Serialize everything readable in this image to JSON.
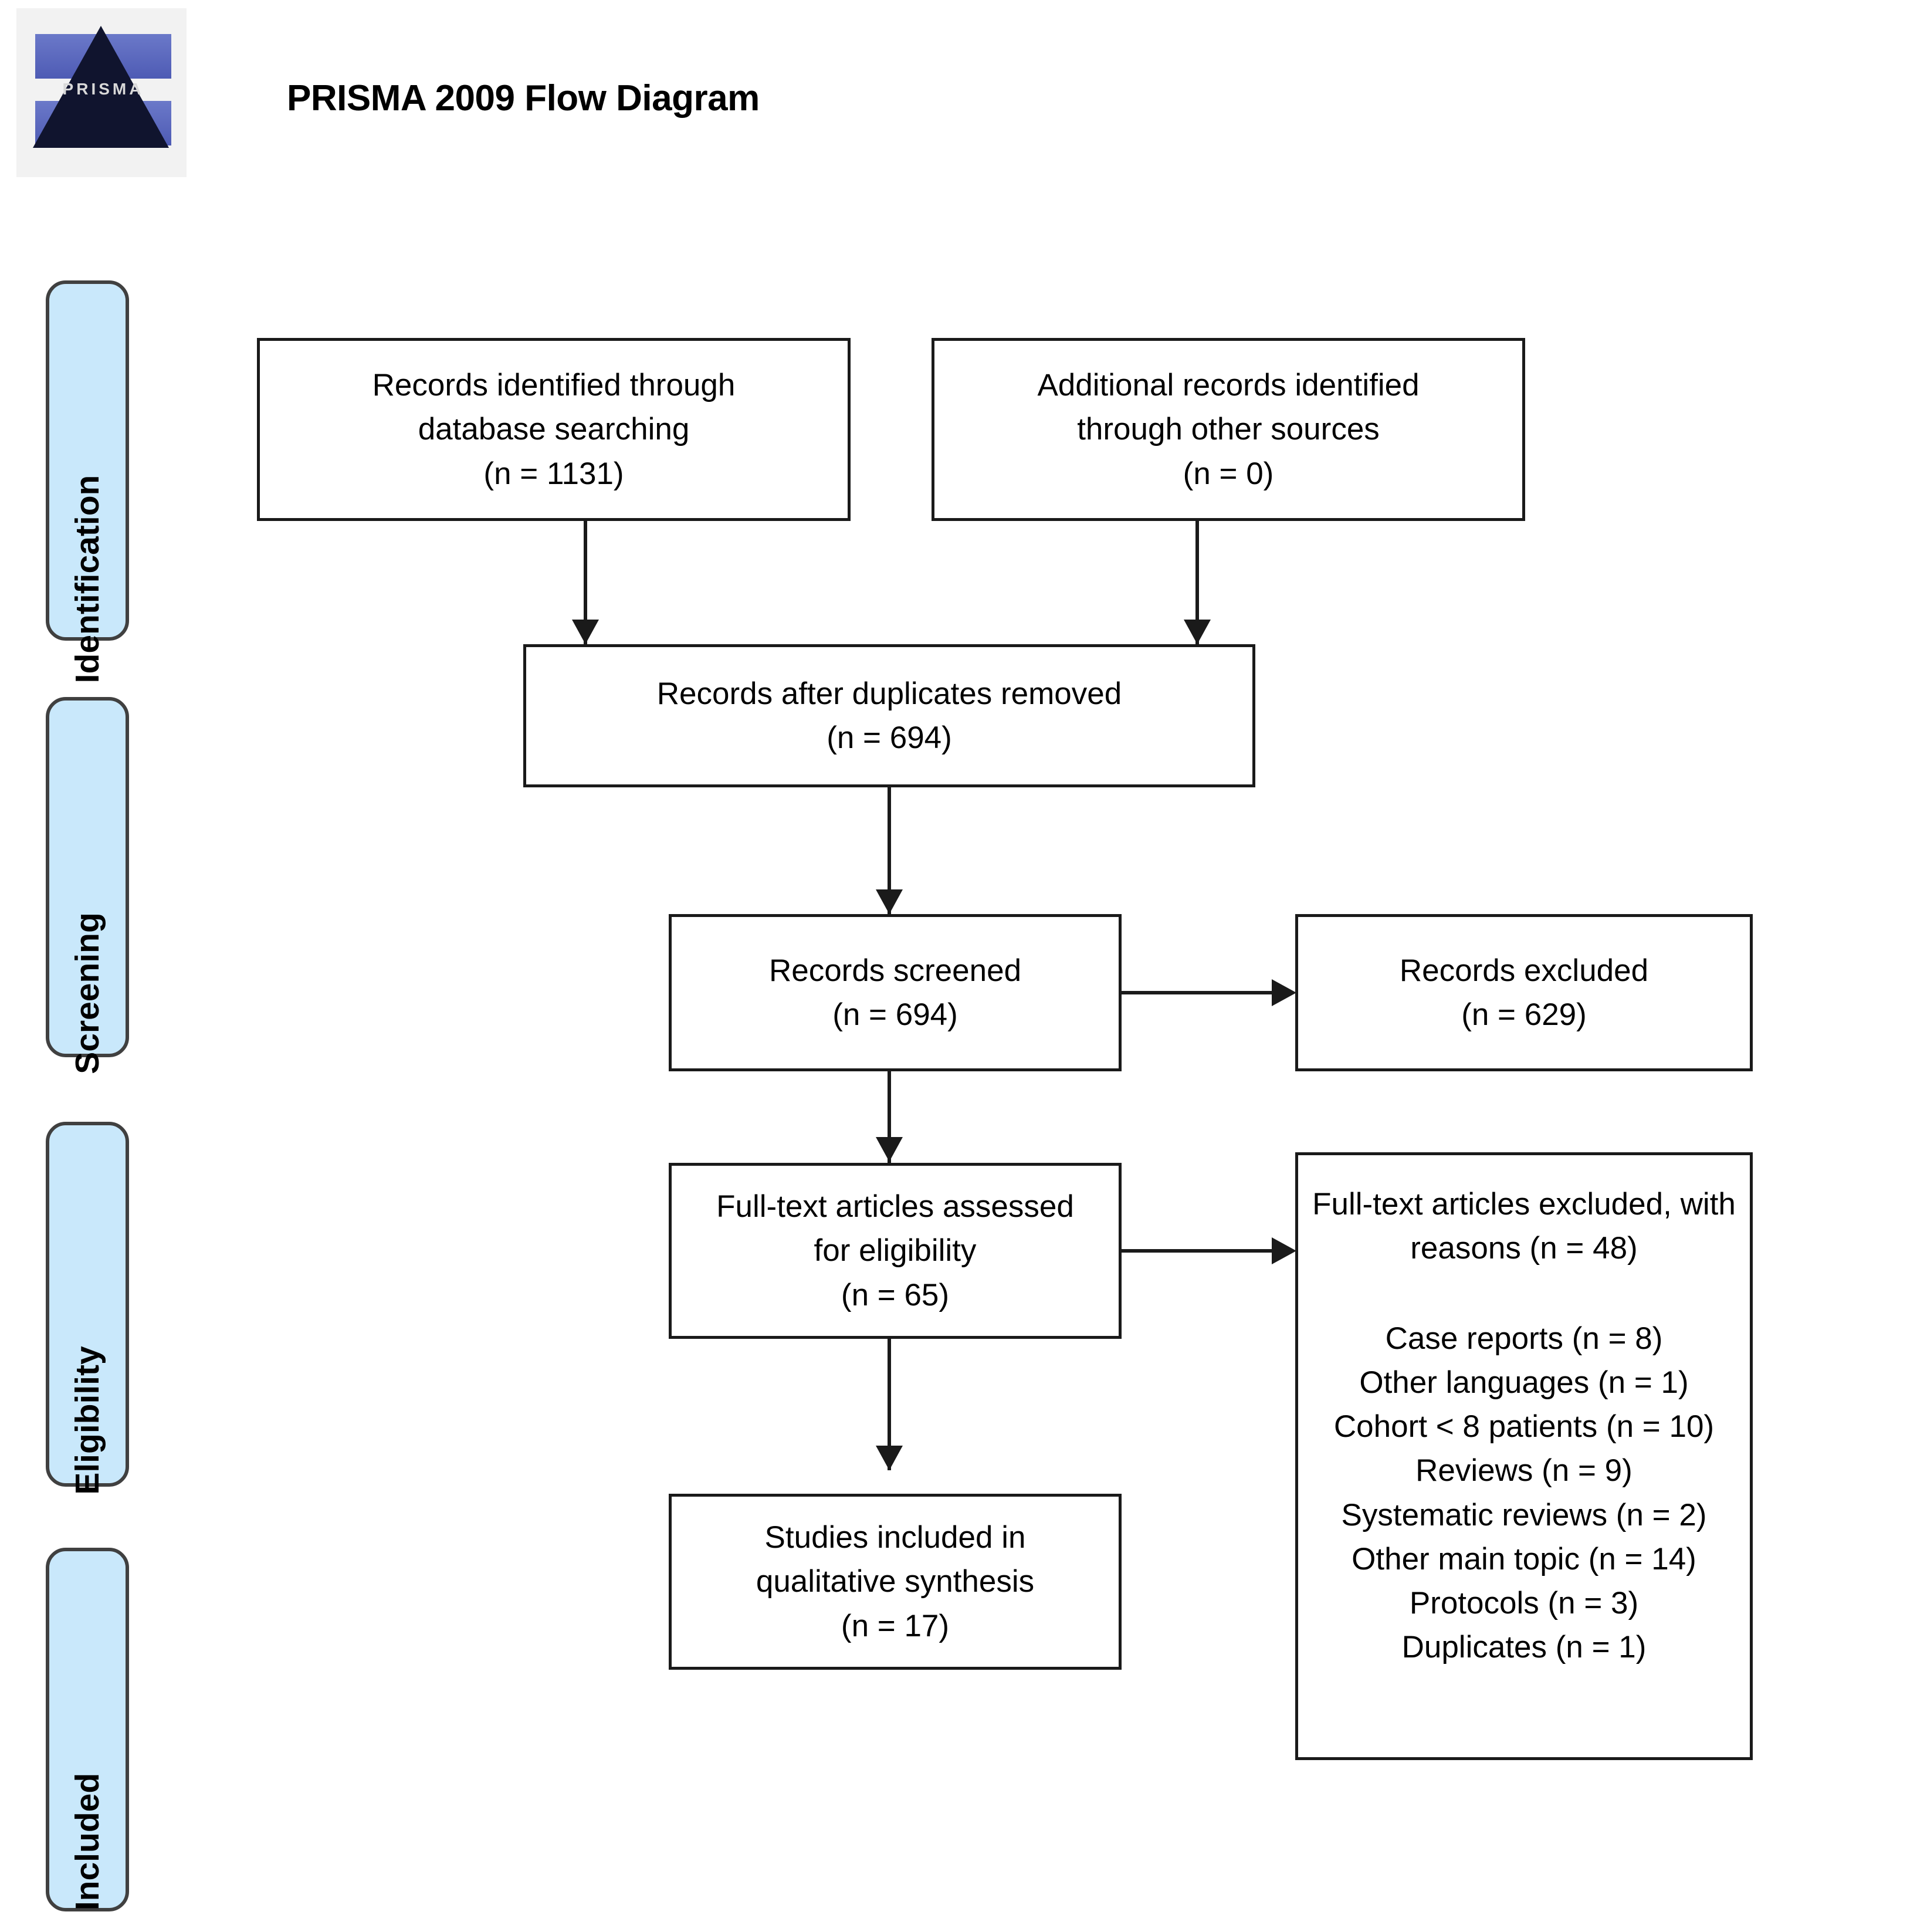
{
  "header": {
    "logo_word": "PRISMA",
    "logo_alt": "prisma-logo",
    "title": "PRISMA 2009 Flow Diagram"
  },
  "stages": [
    {
      "label": "Identification"
    },
    {
      "label": "Screening"
    },
    {
      "label": "Eligibility"
    },
    {
      "label": "Included"
    }
  ],
  "boxes": {
    "database_search": {
      "line1": "Records identified through",
      "line2": "database searching",
      "line3": "(n = 1131)"
    },
    "other_sources": {
      "line1": "Additional records identified",
      "line2": "through other sources",
      "line3": "(n = 0)"
    },
    "duplicates_removed": {
      "line1": "Records after duplicates removed",
      "line2": "(n = 694)"
    },
    "records_screened": {
      "line1": "Records screened",
      "line2": "(n = 694)"
    },
    "records_excluded": {
      "line1": "Records excluded",
      "line2": "(n = 629)"
    },
    "fulltext_assessed": {
      "line1": "Full-text articles assessed",
      "line2": "for eligibility",
      "line3": "(n = 65)"
    },
    "fulltext_excluded": {
      "head1": "Full-text articles excluded, with",
      "head2": "reasons (n = 48)",
      "reasons": [
        "Case reports (n = 8)",
        "Other languages (n = 1)",
        "Cohort < 8 patients (n = 10)",
        "Reviews (n = 9)",
        "Systematic reviews (n = 2)",
        "Other main topic (n = 14)",
        "Protocols (n = 3)",
        "Duplicates (n = 1)"
      ]
    },
    "studies_included": {
      "line1": "Studies included in",
      "line2": "qualitative synthesis",
      "line3": "(n = 17)"
    }
  },
  "chart_data": {
    "type": "diagram",
    "title": "PRISMA 2009 Flow Diagram",
    "nodes": [
      {
        "id": "database_search",
        "stage": "Identification",
        "label": "Records identified through database searching",
        "n": 1131
      },
      {
        "id": "other_sources",
        "stage": "Identification",
        "label": "Additional records identified through other sources",
        "n": 0
      },
      {
        "id": "duplicates_removed",
        "stage": "Screening",
        "label": "Records after duplicates removed",
        "n": 694
      },
      {
        "id": "records_screened",
        "stage": "Screening",
        "label": "Records screened",
        "n": 694
      },
      {
        "id": "records_excluded",
        "stage": "Screening",
        "label": "Records excluded",
        "n": 629
      },
      {
        "id": "fulltext_assessed",
        "stage": "Eligibility",
        "label": "Full-text articles assessed for eligibility",
        "n": 65
      },
      {
        "id": "fulltext_excluded",
        "stage": "Eligibility",
        "label": "Full-text articles excluded, with reasons",
        "n": 48
      },
      {
        "id": "studies_included",
        "stage": "Included",
        "label": "Studies included in qualitative synthesis",
        "n": 17
      }
    ],
    "edges": [
      {
        "from": "database_search",
        "to": "duplicates_removed"
      },
      {
        "from": "other_sources",
        "to": "duplicates_removed"
      },
      {
        "from": "duplicates_removed",
        "to": "records_screened"
      },
      {
        "from": "records_screened",
        "to": "records_excluded"
      },
      {
        "from": "records_screened",
        "to": "fulltext_assessed"
      },
      {
        "from": "fulltext_assessed",
        "to": "fulltext_excluded"
      },
      {
        "from": "fulltext_assessed",
        "to": "studies_included"
      }
    ],
    "exclusion_reasons": [
      {
        "reason": "Case reports",
        "n": 8
      },
      {
        "reason": "Other languages",
        "n": 1
      },
      {
        "reason": "Cohort < 8 patients",
        "n": 10
      },
      {
        "reason": "Reviews",
        "n": 9
      },
      {
        "reason": "Systematic reviews",
        "n": 2
      },
      {
        "reason": "Other main topic",
        "n": 14
      },
      {
        "reason": "Protocols",
        "n": 3
      },
      {
        "reason": "Duplicates",
        "n": 1
      }
    ]
  }
}
